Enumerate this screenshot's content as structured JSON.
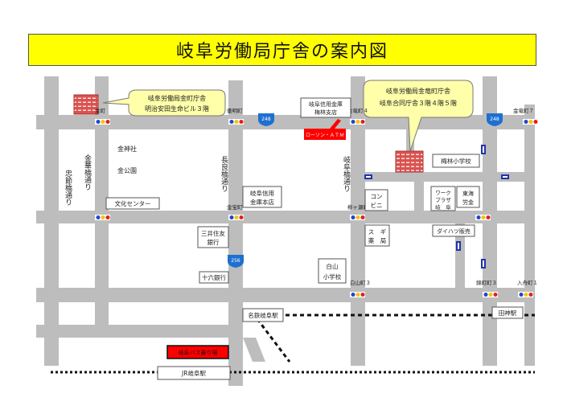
{
  "title": "岐阜労働局庁舎の案内図",
  "colors": {
    "road": "#bdbdbd",
    "title_bg": "#ffff00",
    "callout_bg": "#ffffaa",
    "building": "#d9534f",
    "red_label": "#ff0000",
    "route_shield": "#1e6fd0",
    "bus_stop": "#2233aa"
  },
  "callouts": {
    "kanemachi_line1": "岐阜労働局金町庁舎",
    "kanemachi_line2": "明治安田生命ビル３階",
    "kintatsucho_line1": "岐阜労働局金竜町庁舎",
    "kintatsucho_line2": "岐阜合同庁舎３階４階５階"
  },
  "street_labels": {
    "chusetsu": "忠節橋通り",
    "kinkabashi": "金華橋通り",
    "nagara": "長良橋通り",
    "gifu": "岐阜橋通り"
  },
  "intersections": {
    "kanemachi": "金町",
    "uneme": "徹明町",
    "kinryu4": "金竜町４",
    "kinryu7": "金竜町７",
    "kanehoden": "金宝町",
    "yanagase": "柳ヶ瀬町",
    "hakusan3": "白山町３",
    "suzumine3": "錦町町３",
    "iriuonecho": "入舟町１"
  },
  "places": {
    "kinjinja": "金神社",
    "kinkoen": "金公園",
    "bunka": "文化センター",
    "mitsui_1": "三井住友",
    "mitsui_2": "銀行",
    "juroku": "十六銀行",
    "gifushinyo_honten_1": "岐阜信用",
    "gifushinyo_honten_2": "金庫本店",
    "gifushinyo_shiten_1": "岐阜信用金庫",
    "gifushinyo_shiten_2": "梅林支店",
    "conbini_1": "コン",
    "conbini_2": "ビニ",
    "sugi_1": "ス　ギ",
    "sugi_2": "薬　局",
    "work_1": "ワーク",
    "work_2": "プラザ",
    "work_3": "岐　阜",
    "tokai_1": "東海",
    "tokai_2": "労金",
    "umebayashi": "梅林小学校",
    "daihatsu": "ダイハツ販売",
    "hakusan_1": "白山",
    "hakusan_2": "小学校",
    "meitetsu": "名鉄岐阜駅",
    "jr": "JR岐阜駅",
    "tajin": "田神駅"
  },
  "red_labels": {
    "bus_center": "岐阜バス乗り場",
    "red_small": "ローソン・ＡＴＭ"
  },
  "routes": {
    "r248_a": "248",
    "r248_b": "248",
    "r256": "256"
  }
}
